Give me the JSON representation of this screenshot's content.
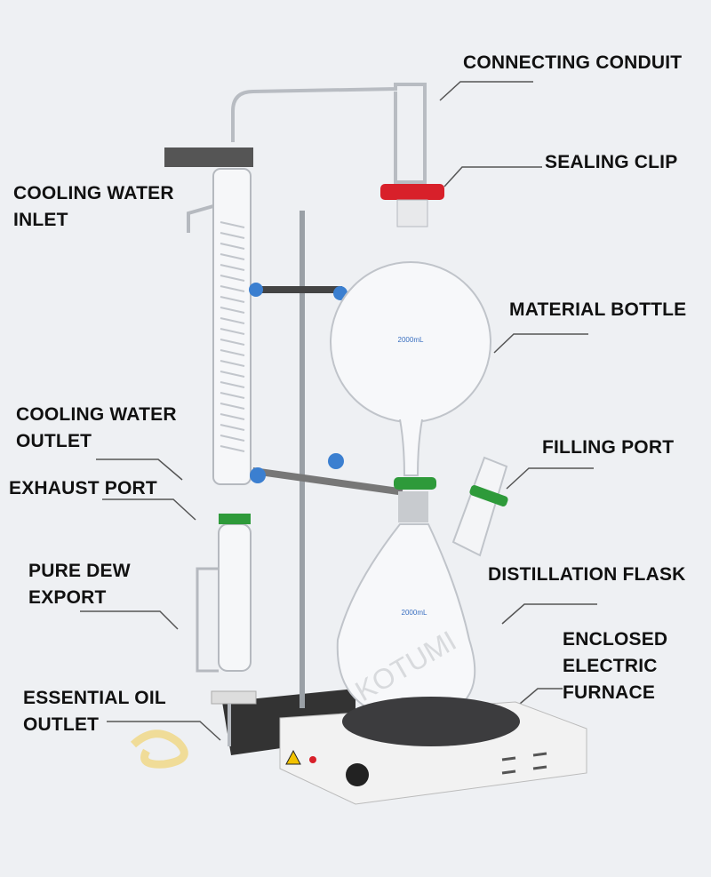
{
  "labels": {
    "connecting_conduit": "CONNECTING CONDUIT",
    "sealing_clip": "SEALING CLIP",
    "cooling_water_inlet": [
      "COOLING WATER",
      "INLET"
    ],
    "material_bottle": "MATERIAL BOTTLE",
    "cooling_water_outlet": [
      "COOLING WATER",
      "OUTLET"
    ],
    "filling_port": "FILLING PORT",
    "exhaust_port": "EXHAUST PORT",
    "distillation_flask": "DISTILLATION FLASK",
    "pure_dew_export": [
      "PURE DEW",
      "EXPORT"
    ],
    "enclosed_electric_furnace": [
      "ENCLOSED",
      "ELECTRIC",
      "FURNACE"
    ],
    "essential_oil_outlet": [
      "ESSENTIAL OIL",
      "OUTLET"
    ]
  },
  "flask_capacity_upper": "2000mL",
  "flask_capacity_lower": "2000mL",
  "watermark": "KOTUMI",
  "colors": {
    "background": "#eef0f3",
    "sealing_clip": "#d8202a",
    "green_clip": "#2e9a3a",
    "knob_blue": "#3b7fd0"
  }
}
